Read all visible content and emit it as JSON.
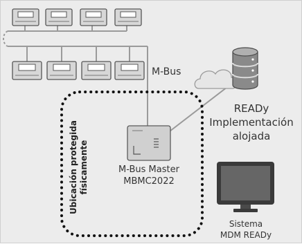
{
  "labels": {
    "mbus": "M-Bus",
    "ready_hosted": [
      "READy",
      "Implementación",
      "alojada"
    ],
    "master": [
      "M-Bus Master",
      "MBMC2022"
    ],
    "mdm": [
      "Sistema",
      "MDM READy"
    ],
    "secure_location": [
      "Ubicación protegida",
      "físicamente"
    ]
  },
  "meters": {
    "top_row_count": 4,
    "bottom_row_count": 4
  },
  "colors": {
    "background": "#ececec",
    "meter_fill": "#d7d7d7",
    "meter_stroke": "#555555",
    "line": "#9a9a9a",
    "cloud": "#e6e6e6",
    "db_body": "#8a8a8a",
    "monitor_dark": "#3a3a3a",
    "monitor_screen": "#666666",
    "master_box": "#d0d0d0",
    "text": "#333333"
  },
  "icons": [
    "meter-icon",
    "cloud-icon",
    "database-icon",
    "monitor-icon",
    "device-box-icon"
  ]
}
